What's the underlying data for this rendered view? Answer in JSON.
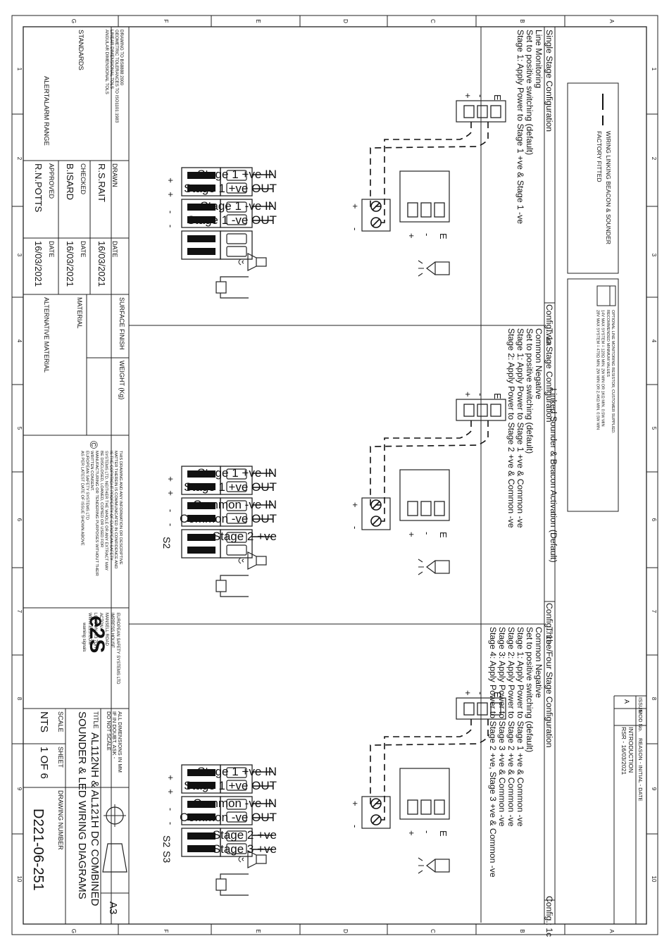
{
  "border": {
    "columns": [
      "1",
      "2",
      "3",
      "4",
      "5",
      "6",
      "7",
      "8",
      "9",
      "10"
    ],
    "rows": [
      "A",
      "B",
      "C",
      "D",
      "E",
      "F",
      "G"
    ]
  },
  "legend": {
    "link_label": "WIRING LINKING BEACON & SOUNDER",
    "link_sub": "FACTORY FITTED",
    "resistor_lines": [
      "OPTIONAL LINE MONITORING RESISTOR, CUSTOMER SUPPLIED.",
      "RECOMMENDED MINIMUM VALUES",
      "14V MAX SYSTEM = 120Ω MIN. 2W MIN OR 1KΩ MIN. 0.5W MIN",
      "28V MAX SYSTEM = 470Ω MIN. 2W MIN OR 2.4KΩ MIN. 0.5W MIN"
    ],
    "main_title": "Linked Sounder & Beacon Activation (Default)"
  },
  "revision": {
    "headers": [
      "ISSUE",
      "MOD No.",
      "REASON - INITIAL - DATE"
    ],
    "issue": "A",
    "reason": "INTRODUCTION",
    "initials_date": "RSR - 16/03/2021"
  },
  "configs": [
    {
      "title": "Single Stage Configuration",
      "tag": "Config.: 1a",
      "lines": [
        "Line Monitoring",
        "Set to positive switching (default)",
        "Stage 1: Apply Power to Stage 1 +ve & Stage 1 -ve"
      ],
      "wires": [
        "Stage 1 +ve IN",
        "Stage 1 +ve OUT",
        "Stage 1 -ve IN",
        "Stage 1 -ve OUT"
      ],
      "terms": [
        "+",
        "+",
        "-",
        "-"
      ],
      "s_labels": []
    },
    {
      "title": "Two Stage Configuration",
      "tag": "Config.: 1b",
      "lines": [
        "Common Negative",
        "Set to positive switching (default)",
        "Stage 1: Apply Power to Stage 1 +ve & Common -ve",
        "Stage 2: Apply Power to Stage 2 +ve & Common -ve"
      ],
      "wires": [
        "Stage 1 +ve IN",
        "Stage 1 +ve OUT",
        "Common -ve IN",
        "Common -ve OUT",
        "Stage 2 +ve"
      ],
      "terms": [
        "+",
        "+",
        "-",
        "-"
      ],
      "s_labels": [
        "S2"
      ]
    },
    {
      "title": "Three/Four Stage Configuration",
      "tag": "Config.: 1c",
      "lines": [
        "Common Negative",
        "Set to positive switching (default)",
        "Stage 1: Apply Power to Stage 1 +ve & Common -ve",
        "Stage 2: Apply Power to Stage 2 +ve & Common -ve",
        "Stage 3: Apply Power to Stage 3 +ve & Common -ve",
        "Stage 4: Apply Power to Stage 2 +ve, Stage 3 +ve &  Common -ve"
      ],
      "wires": [
        "Stage 1 +ve IN",
        "Stage 1 +ve OUT",
        "Common -ve IN",
        "Common -ve OUT",
        "Stage 2 +ve",
        "Stage 3 +ve"
      ],
      "terms": [
        "+",
        "+",
        "-",
        "-"
      ],
      "s_labels": [
        "S2",
        "S3"
      ]
    }
  ],
  "device": {
    "e_label": "E",
    "plus": "+",
    "minus": "-",
    "tb_plus": "+",
    "tb_minus": "-"
  },
  "title_block": {
    "standards_label": "STANDARDS",
    "standards_lines": [
      "DRAWING TO BS8888:2000",
      "GEOMETRIC TOLERANCES TO ISO1101:1983",
      "LINEAR DIMENSIONAL TOLS",
      "ANGULAR DIMENSIONAL TOLS"
    ],
    "range": "ALERTALARM RANGE",
    "drawn_label": "DRAWN",
    "drawn_by": "R.S.RAIT",
    "checked_label": "CHECKED",
    "checked_by": "B.ISARD",
    "approved_label": "APPROVED",
    "approved_by": "R.N.POTTS",
    "date_label": "DATE",
    "date1": "16/03/2021",
    "date2": "16/03/2021",
    "date3": "16/03/2021",
    "surface_finish": "SURFACE FINISH",
    "material": "MATERIAL",
    "weight": "WEIGHT (Kg)",
    "alt_material": "ALTERNATIVE MATERIAL",
    "copyright_lines": [
      "THIS DRAWING AND ANY INFORMATION OR DESCRIPTIVE",
      "MATTER THEREIN IS COMMUNICATED IN CONFIDENCE AND",
      "IS THE COPYRIGHT PROPERTY OF EUROPEAN SAFETY",
      "SYSTEMS LTD. NEITHER THE WHOLE OR ANY EXTRACT MAY",
      "BE DISCLOSED, LOANED, COPIED OR USED FOR",
      "MANUFACTURING OR TENDERING PURPOSES WITHOUT THEIR",
      "WRITTEN CONSENT.",
      "EUROPEAN SAFETY SYSTEMS LTD",
      "AS PER LATEST DATE OF ISSUE SHOWN ABOVE"
    ],
    "copyright_symbol": "©",
    "logo": "e2S",
    "logo_sub": "warning signals",
    "company_lines": [
      "EUROPEAN SAFETY SYSTEMS LTD",
      "IMPRESS HOUSE",
      "MANSELL ROAD",
      "ACTON",
      "LONDON W3 7QH",
      "WWW.E2S.COM"
    ],
    "dims_lines": [
      "ALL DIMENSIONS IN MM",
      "IF IN DOUBT, ASK -",
      "DO NOT SCALE"
    ],
    "title_label": "TITLE",
    "title_line1": "AL112NH & AL121H DC COMBINED",
    "title_line2": "SOUNDER & LED WIRING DIAGRAMS",
    "size": "A3",
    "scale_label": "SCALE",
    "scale": "NTS",
    "sheet_label": "SHEET",
    "sheet": "1 OF 6",
    "drawing_number_label": "DRAWING NUMBER",
    "drawing_number": "D221-06-251"
  }
}
